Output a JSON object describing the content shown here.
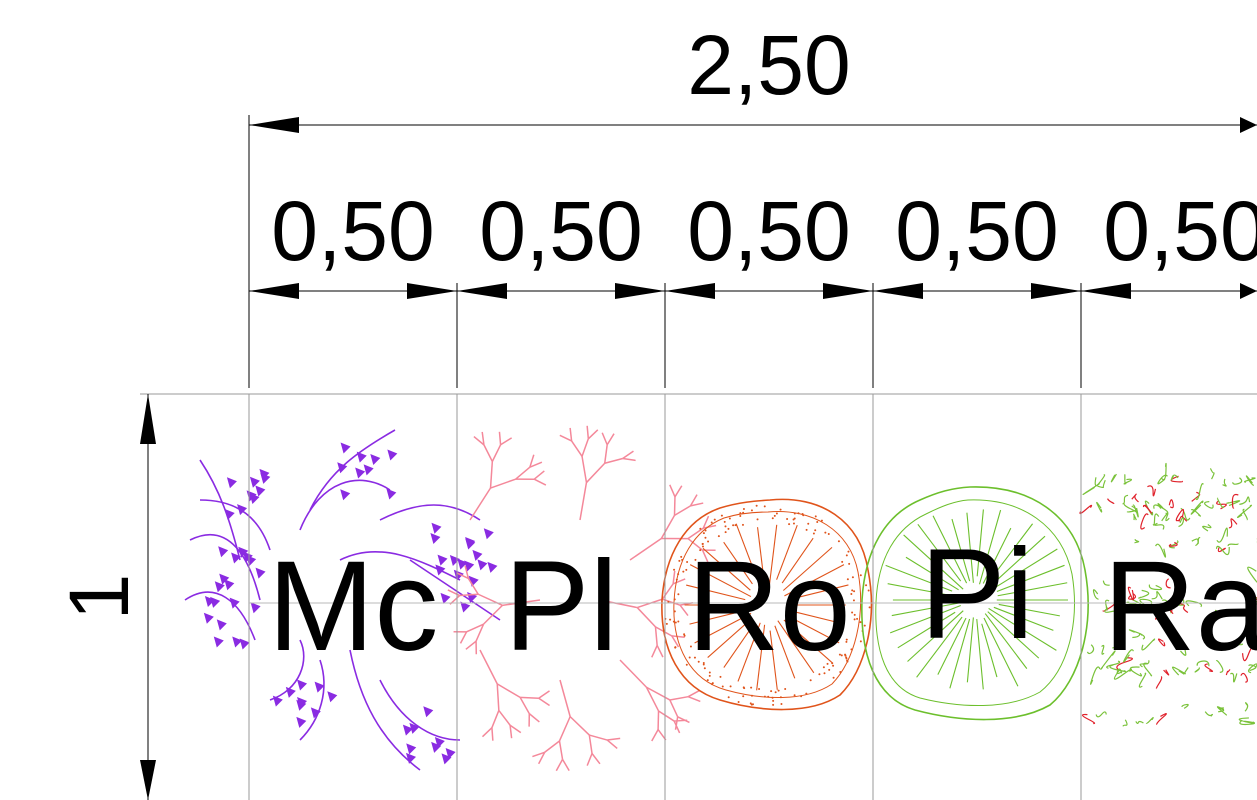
{
  "dimensions": {
    "total_width": "2,50",
    "segments": [
      "0,50",
      "0,50",
      "0,50",
      "0,50",
      "0,50"
    ],
    "height": "1"
  },
  "plants": [
    {
      "code": "Mc",
      "symbol": "purple-leaf-cluster-icon",
      "color": "#8a2be2"
    },
    {
      "code": "Pl",
      "symbol": "pink-branch-shrub-icon",
      "color": "#f4889a"
    },
    {
      "code": "Ro",
      "symbol": "orange-round-canopy-icon",
      "color": "#e0541b"
    },
    {
      "code": "Pi",
      "symbol": "green-round-canopy-icon",
      "color": "#6cbf2c"
    },
    {
      "code": "Ra",
      "symbol": "green-red-mixed-shrub-icon",
      "color": "#7ac23a"
    }
  ],
  "colors": {
    "line": "#000000",
    "grid": "#9a9a9a",
    "accent_red": "#e0212b"
  }
}
